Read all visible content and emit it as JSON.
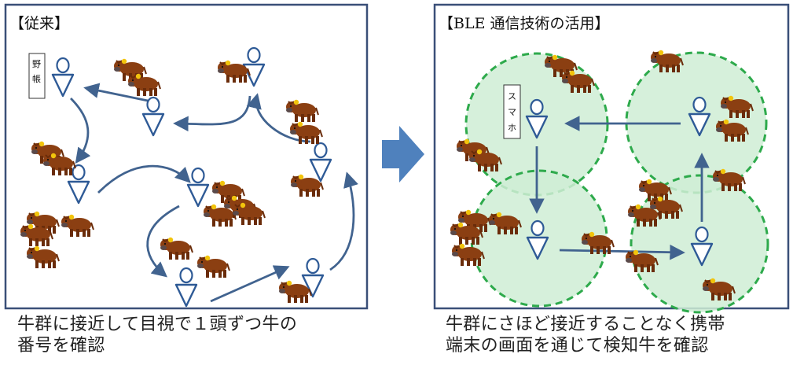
{
  "panels": {
    "left_title": "【従来】",
    "right_title": "【BLE 通信技術の活用】"
  },
  "labels": {
    "notebook": [
      "野",
      "帳"
    ],
    "smartphone": [
      "ス",
      "マ",
      "ホ"
    ]
  },
  "captions": {
    "left": [
      "牛群に接近して目視で１頭ずつ牛の",
      "番号を確認"
    ],
    "right": [
      "牛群にさほど接近することなく携帯",
      "端末の画面を通じて検知牛を確認"
    ]
  },
  "colors": {
    "frame": "#3a4f78",
    "arrow": "#41638f",
    "big_arrow": "#4f81bd",
    "circle_fill": "#cfedd5",
    "circle_stroke": "#2eaa4c",
    "cow": "#8b3f12",
    "cow_dark": "#6a2c0a",
    "cow_tag": "#f2c40c",
    "person": "#2e5a96"
  }
}
